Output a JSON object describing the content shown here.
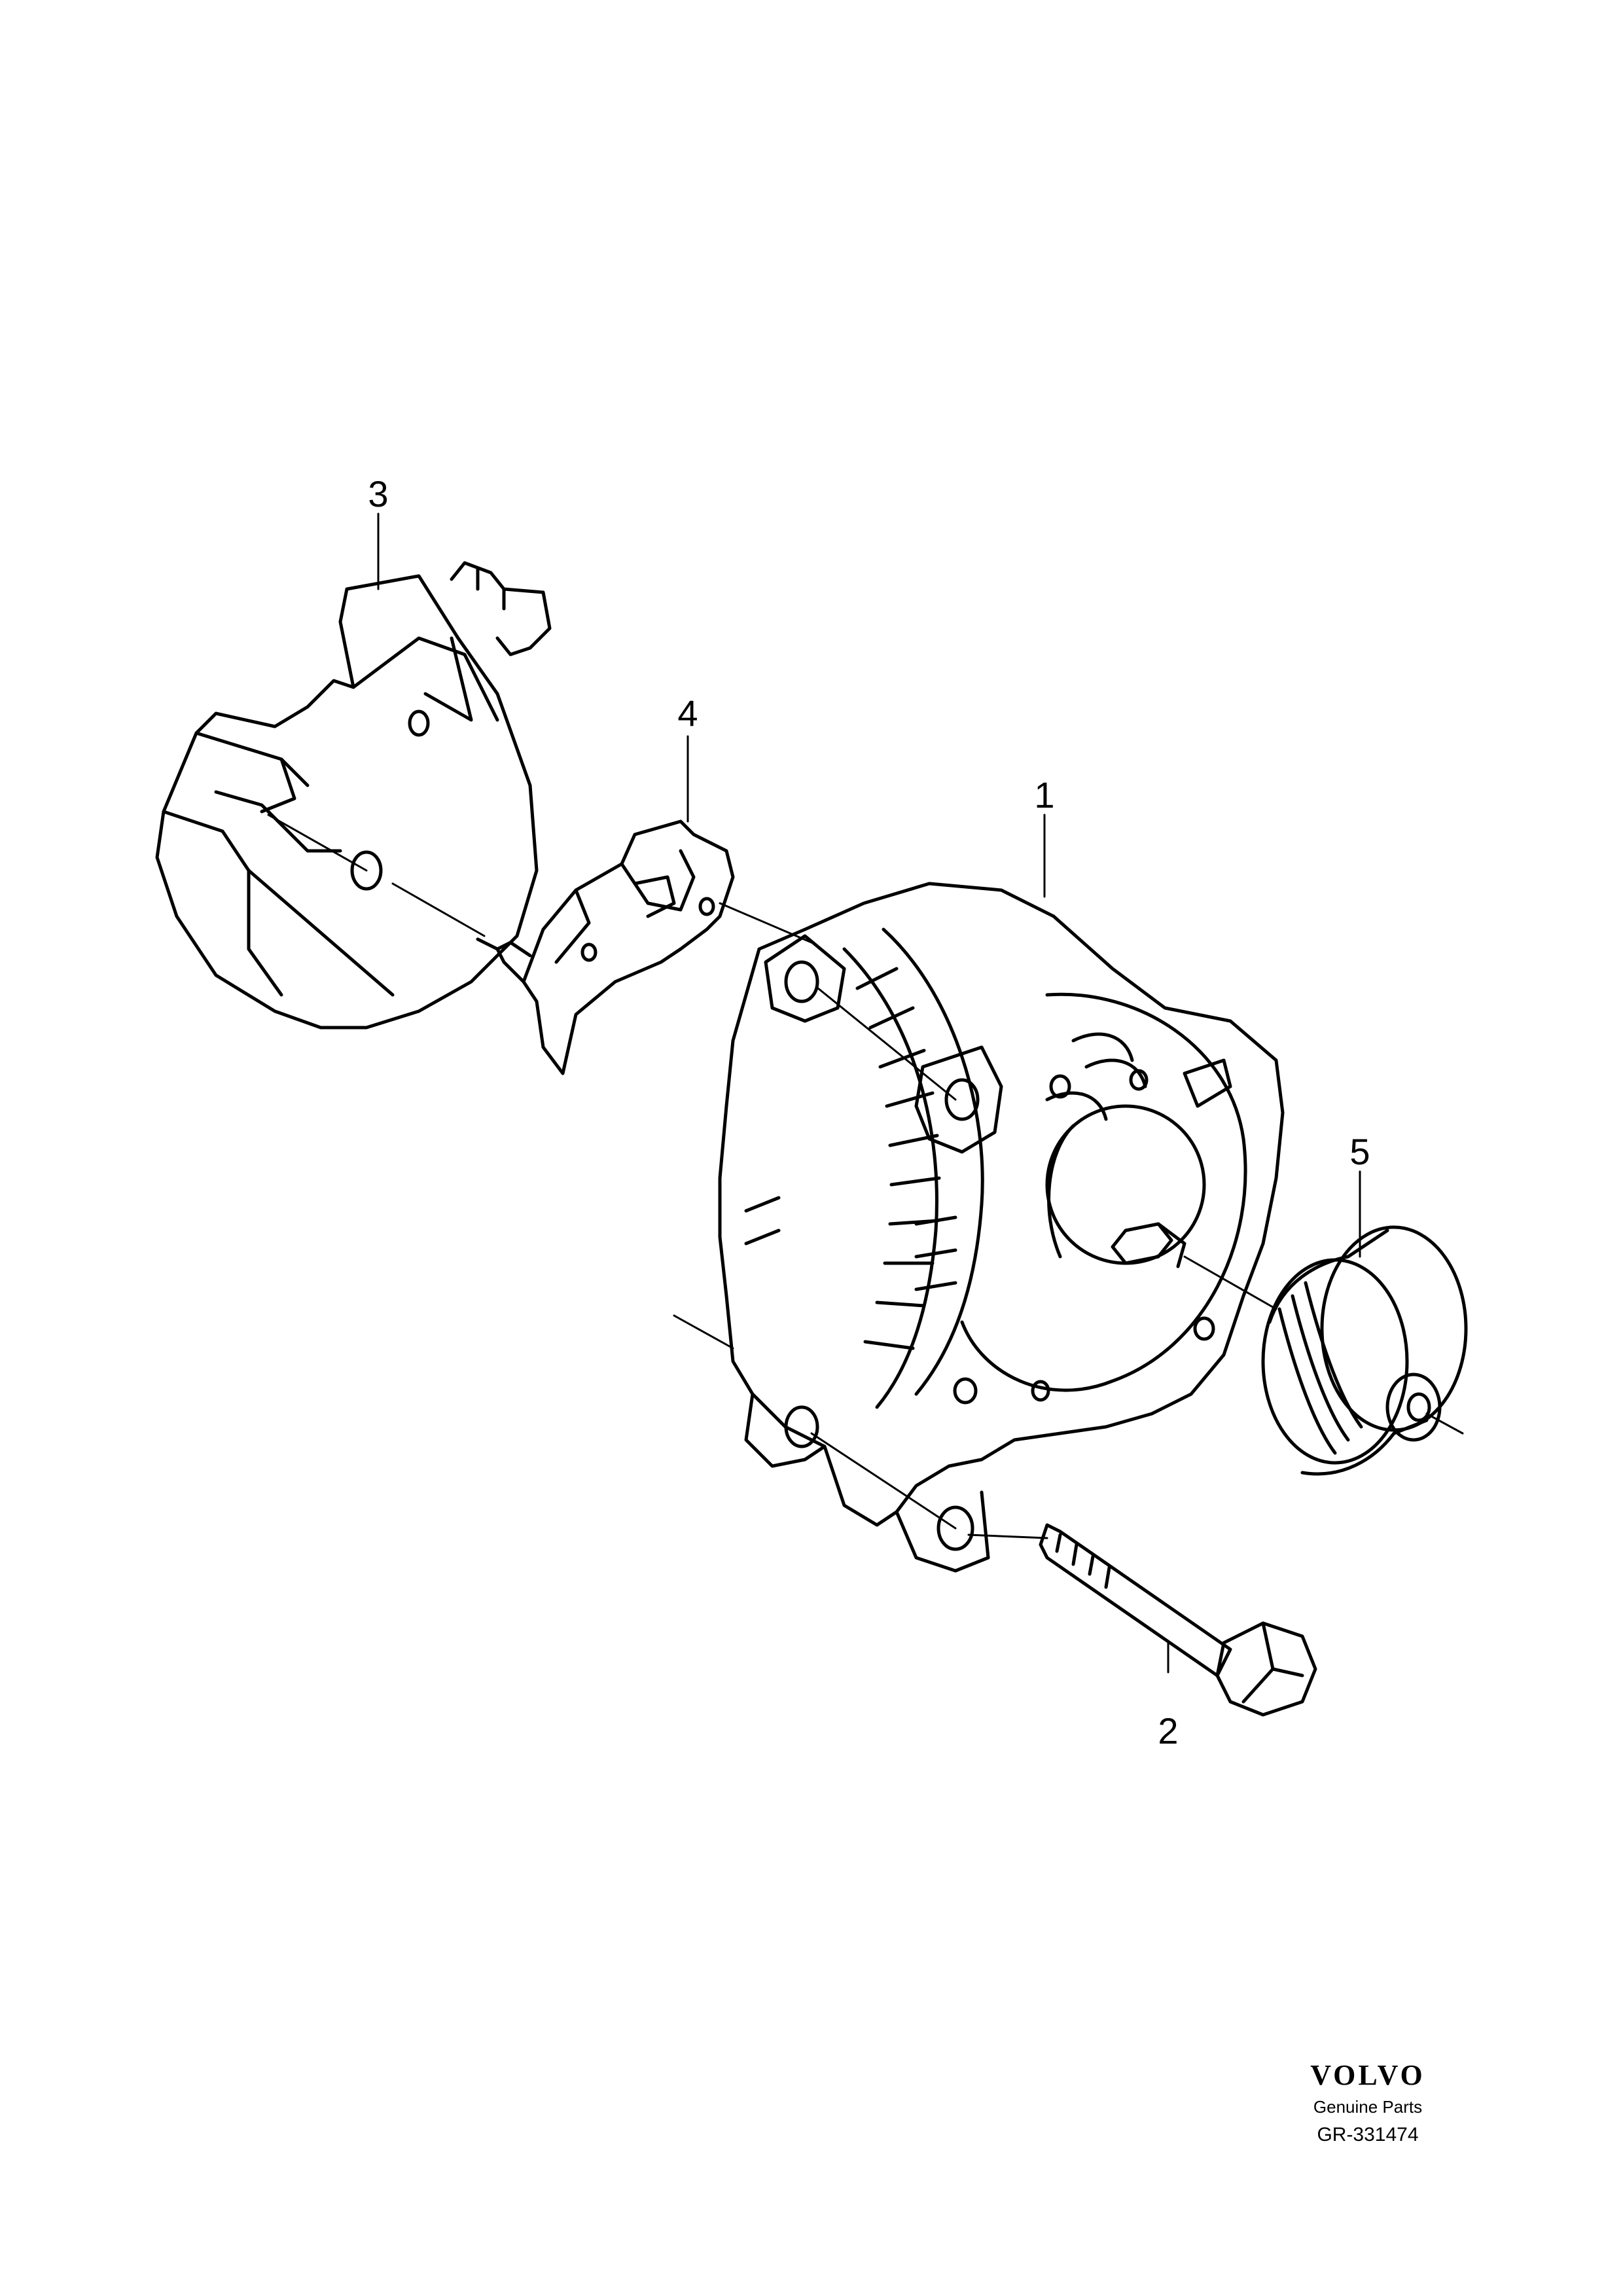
{
  "callouts": [
    {
      "id": "alternator",
      "label": "1"
    },
    {
      "id": "bolt",
      "label": "2"
    },
    {
      "id": "cover",
      "label": "3"
    },
    {
      "id": "regulator",
      "label": "4"
    },
    {
      "id": "pulley",
      "label": "5"
    }
  ],
  "brand": {
    "logo_text": "VOLVO",
    "subtitle": "Genuine Parts",
    "code": "GR-331474"
  }
}
